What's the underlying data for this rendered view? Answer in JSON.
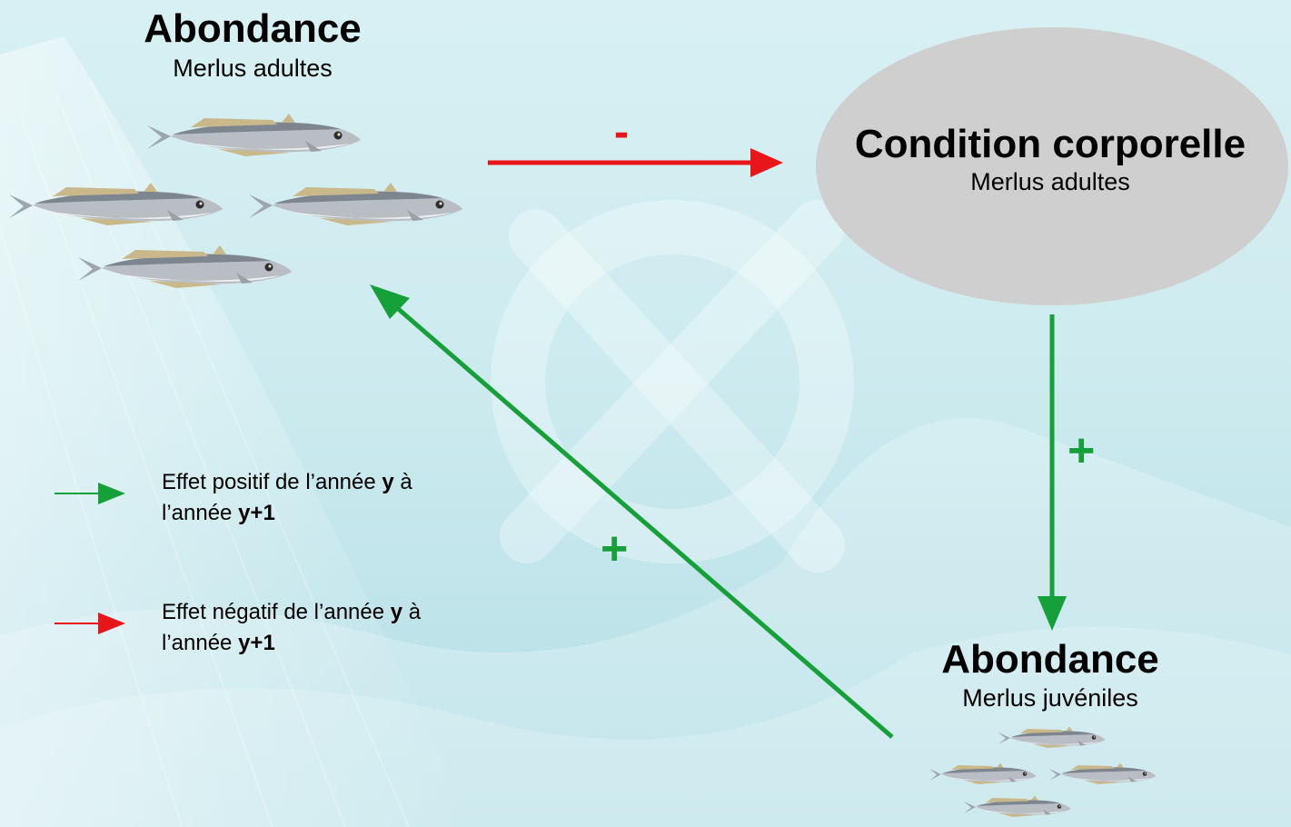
{
  "nodes": {
    "adult_abundance": {
      "title": "Abondance",
      "subtitle": "Merlus adultes"
    },
    "condition": {
      "title": "Condition corporelle",
      "subtitle": "Merlus adultes"
    },
    "juvenile_abundance": {
      "title": "Abondance",
      "subtitle": "Merlus juvéniles"
    }
  },
  "links": [
    {
      "from": "adult_abundance",
      "to": "condition",
      "sign": "-",
      "effect": "negative"
    },
    {
      "from": "condition",
      "to": "juvenile_abundance",
      "sign": "+",
      "effect": "positive"
    },
    {
      "from": "juvenile_abundance",
      "to": "adult_abundance",
      "sign": "+",
      "effect": "positive"
    }
  ],
  "legend": {
    "positive": {
      "text_1": "Effet positif de l’année ",
      "y": "y",
      "text_2": " à l’année ",
      "y_next": "y+1"
    },
    "negative": {
      "text_1": "Effet négatif de l’année ",
      "y": "y",
      "text_2": " à l’année ",
      "y_next": "y+1"
    }
  },
  "colors": {
    "positive": "#16a039",
    "negative": "#e8161b",
    "condition_ellipse": "#cfcfcf",
    "fish_body": "#b9bec4",
    "fish_back": "#7d868f",
    "fish_belly": "#eef0f1",
    "fish_fin": "#c9b98a",
    "background": "#cdebef"
  },
  "icons": {
    "adult_fish": "hake-fish-icon",
    "juvenile_fish": "small-hake-fish-icon"
  }
}
